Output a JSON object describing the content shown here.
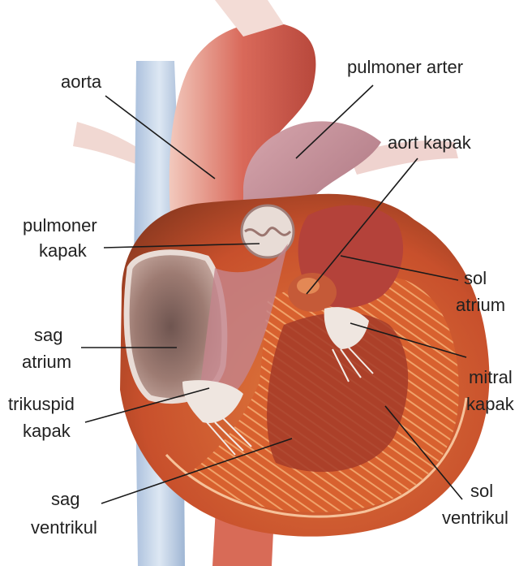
{
  "labels": {
    "aorta": "aorta",
    "pulmoner_arter": "pulmoner arter",
    "aort_kapak": "aort kapak",
    "pulmoner_kapak_1": "pulmoner",
    "pulmoner_kapak_2": "kapak",
    "sol_atrium_1": "sol",
    "sol_atrium_2": "atrium",
    "sag_atrium_1": "sag",
    "sag_atrium_2": "atrium",
    "mitral_kapak_1": "mitral",
    "mitral_kapak_2": "kapak",
    "trikuspid_kapak_1": "trikuspid",
    "trikuspid_kapak_2": "kapak",
    "sag_ventrikul_1": "sag",
    "sag_ventrikul_2": "ventrikul",
    "sol_ventrikul_1": "sol",
    "sol_ventrikul_2": "ventrikul"
  },
  "colors": {
    "vena_cava": "#c9d8ea",
    "aorta": "#d9695a",
    "muscle": "#c8502c",
    "chamber": "#b3786a",
    "valve": "#efe6e0",
    "label_text": "#222222"
  }
}
